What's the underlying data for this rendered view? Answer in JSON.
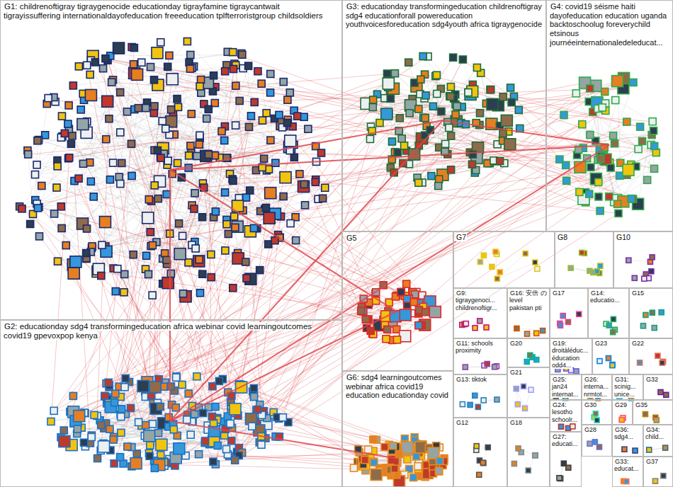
{
  "diagram": {
    "nodes": [
      {
        "text": [
          "G1: childrenoftigray tigraygenocide educationday tigrayfamine tigraycantwait tigrayissuffering internationaldayofeducation freeeducation tplfterroristgroup childsoldiers"
        ]
      },
      {
        "text": [
          "G2: educationday sdg4 transformingeducation africa webinar covid learningoutcomes covid19 gpevoxpop kenya"
        ]
      },
      {
        "text": [
          "G3: educationday transformingeducation childrenoftigray sdg4 educationforall powereducation youthvoicesforeducation sdg4youth africa tigraygenocide"
        ]
      },
      {
        "text": [
          "G4: covid19 séisme haiti dayofeducation education uganda backtoschoolug foreverychild etsinous journéeinternationaledeleducat..."
        ]
      },
      {
        "text": [
          "G5"
        ]
      },
      {
        "text": [
          "G6: sdg4 learningoutcomes webinar africa covid19 education educationday covid"
        ]
      },
      {
        "text": [
          "G7"
        ]
      },
      {
        "text": [
          "G8"
        ]
      },
      {
        "text": [
          "G9: tigraygenoci... childrenoftigr..."
        ]
      },
      {
        "text": [
          "G10"
        ]
      },
      {
        "text": [
          "G11: schools proximity"
        ]
      },
      {
        "text": [
          "G12"
        ]
      },
      {
        "text": [
          "G13: tiktok"
        ]
      },
      {
        "text": [
          "G14: educatio..."
        ]
      },
      {
        "text": [
          "G15"
        ]
      },
      {
        "text": [
          "G16: 安倍 のlevel pakistan pti"
        ]
      },
      {
        "text": [
          "G17"
        ]
      },
      {
        "text": [
          "G18"
        ]
      },
      {
        "text": [
          "G19: droitàléduc... éducation odd4..."
        ]
      },
      {
        "text": [
          "G20"
        ]
      },
      {
        "text": [
          "G21"
        ]
      },
      {
        "text": [
          "G22"
        ]
      },
      {
        "text": [
          "G23"
        ]
      },
      {
        "text": [
          "G24: lesotho schoolr..."
        ]
      },
      {
        "text": [
          "G25: jan24 internat..."
        ]
      },
      {
        "text": [
          "G26: interna... nrmtot..."
        ]
      },
      {
        "text": [
          "G27: educati..."
        ]
      },
      {
        "text": [
          "G28"
        ]
      },
      {
        "text": [
          "G29"
        ]
      },
      {
        "text": [
          "G30"
        ]
      },
      {
        "text": [
          "G31: scinig... unice..."
        ]
      },
      {
        "text": [
          "G32"
        ]
      },
      {
        "text": [
          "G33: educat..."
        ]
      },
      {
        "text": [
          "G34: child..."
        ]
      },
      {
        "text": [
          "G35"
        ]
      },
      {
        "text": [
          "G36: sdg4..."
        ]
      },
      {
        "text": [
          "G37"
        ]
      }
    ],
    "edges": [
      {
        "from": 0,
        "to": 1,
        "arrow": "none"
      },
      {
        "from": 0,
        "to": 2,
        "arrow": "none"
      },
      {
        "from": 0,
        "to": 3,
        "arrow": "none"
      },
      {
        "from": 0,
        "to": 4,
        "arrow": "none"
      },
      {
        "from": 1,
        "to": 2,
        "arrow": "none"
      },
      {
        "from": 1,
        "to": 3,
        "arrow": "none"
      },
      {
        "from": 1,
        "to": 4,
        "arrow": "none"
      },
      {
        "from": 1,
        "to": 5,
        "arrow": "none"
      },
      {
        "from": 2,
        "to": 3,
        "arrow": "none"
      }
    ]
  }
}
